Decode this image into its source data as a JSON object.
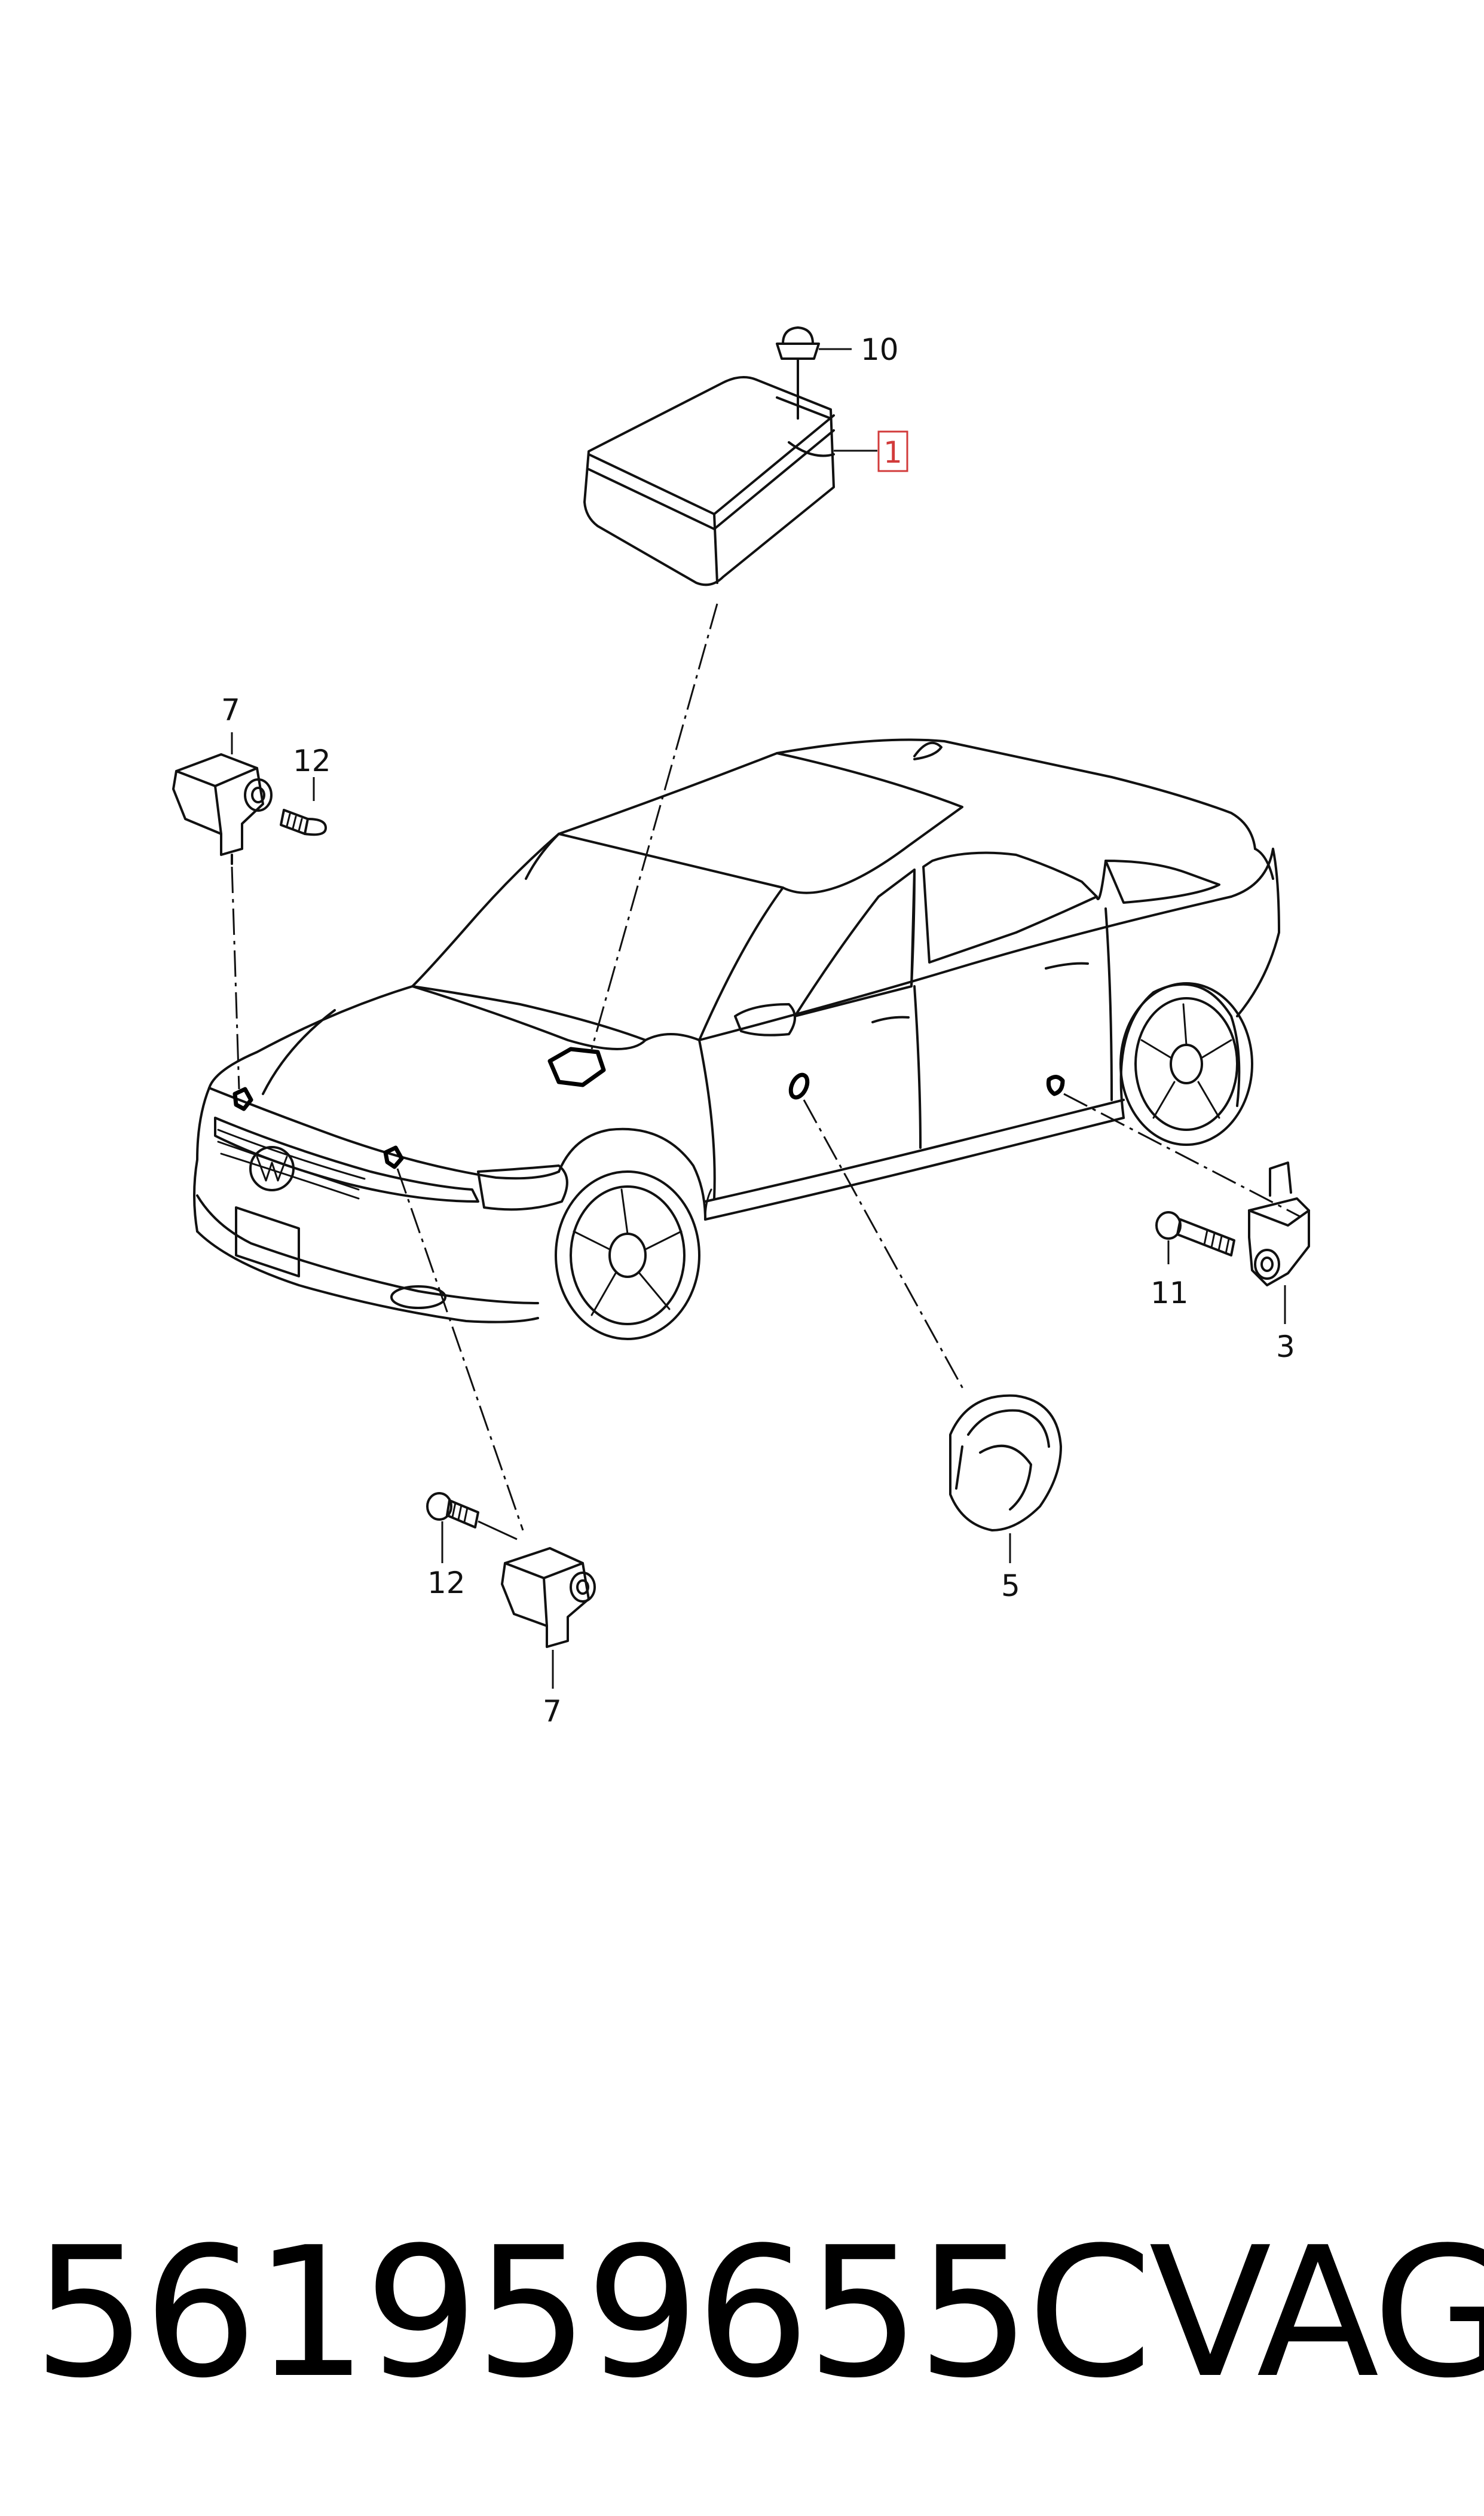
{
  "callouts": {
    "c1": "1",
    "c3": "3",
    "c5": "5",
    "c7a": "7",
    "c7b": "7",
    "c10": "10",
    "c11": "11",
    "c12a": "12",
    "c12b": "12"
  },
  "footer": {
    "part_number": "561959655C",
    "brand": "VAG"
  },
  "colors": {
    "line": "#111111",
    "highlight": "#d23b3b",
    "background": "#ffffff"
  }
}
